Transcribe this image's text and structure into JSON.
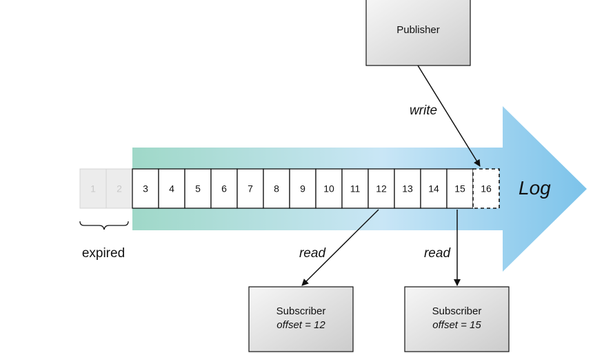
{
  "title": "",
  "publisher": {
    "label": "Publisher",
    "edge_label": "write"
  },
  "log": {
    "label": "Log",
    "expired_label": "expired",
    "expired_cells": [
      "1",
      "2"
    ],
    "active_cells": [
      "3",
      "4",
      "5",
      "6",
      "7",
      "8",
      "9",
      "10",
      "11",
      "12",
      "13",
      "14",
      "15"
    ],
    "pending_cell": "16"
  },
  "subscribers": [
    {
      "label": "Subscriber",
      "offset_text": "offset = 12",
      "edge_label": "read",
      "reads_cell": "12"
    },
    {
      "label": "Subscriber",
      "offset_text": "offset = 15",
      "edge_label": "read",
      "reads_cell": "15"
    }
  ],
  "colors": {
    "arrow_start": "#9fd8c8",
    "arrow_mid": "#c9e6f6",
    "arrow_end": "#7cc3ea",
    "box_light": "#f6f6f6",
    "box_dark": "#cccccc",
    "expired_cell": "#ececec"
  }
}
